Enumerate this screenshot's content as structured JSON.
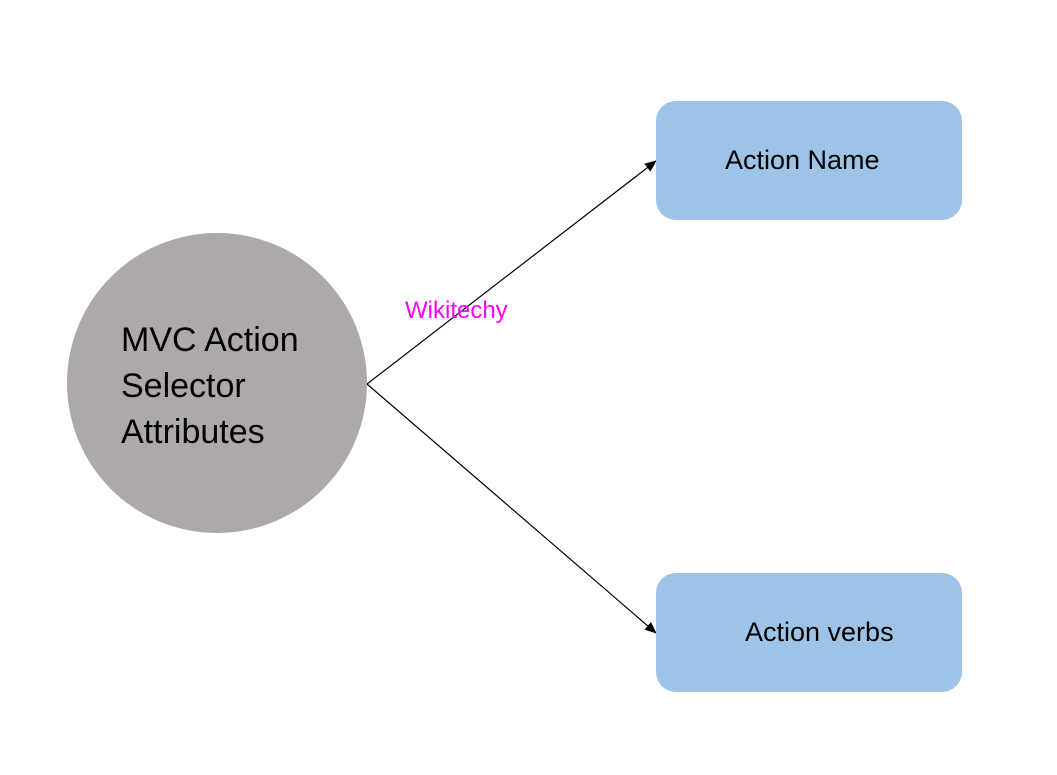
{
  "diagram": {
    "root": {
      "lines": [
        "MVC Action",
        "Selector",
        "Attributes"
      ],
      "fill_color": "#ada9a9"
    },
    "children": [
      {
        "label": "Action Name",
        "fill_color": "#9dc3e6"
      },
      {
        "label": "Action verbs",
        "fill_color": "#9dc3e6"
      }
    ],
    "watermark": {
      "text": "Wikitechy",
      "color": "#ff00ff"
    },
    "connector_color": "#000000"
  }
}
